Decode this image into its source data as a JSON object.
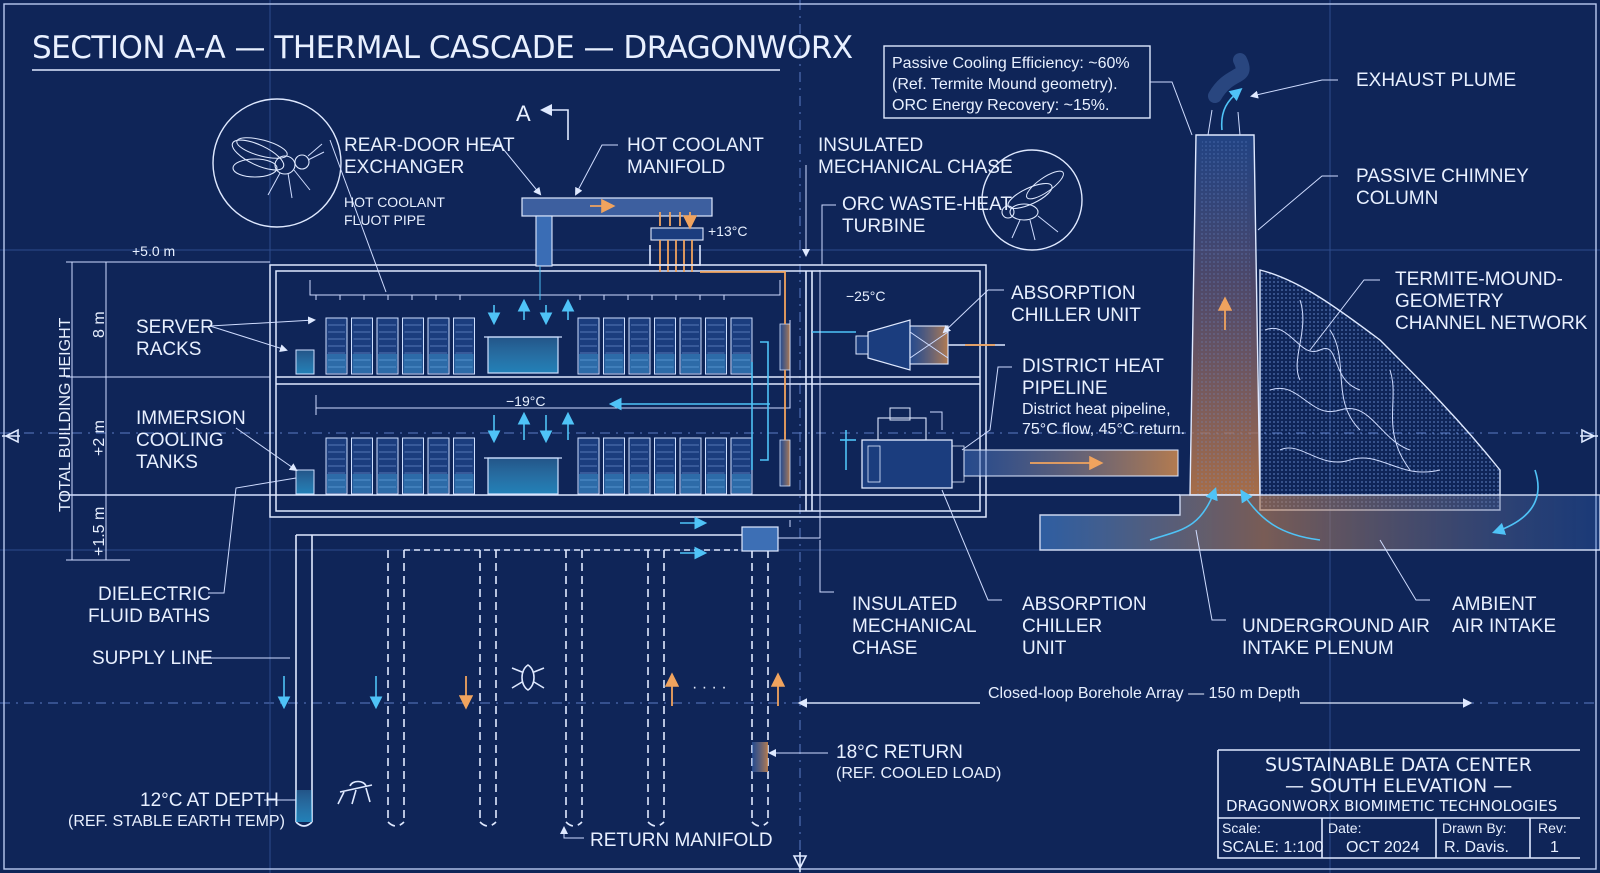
{
  "title": "SECTION A-A — THERMAL CASCADE — DRAGONWORX",
  "section_marker": "A",
  "info_box": {
    "line1": "Passive Cooling Efficiency: ~60%",
    "line2": "(Ref. Termite Mound geometry).",
    "line3": "ORC Energy Recovery: ~15%."
  },
  "labels": {
    "rear_door_1": "REAR-DOOR HEAT",
    "rear_door_2": "EXCHANGER",
    "hot_fluid_1": "HOT COOLANT",
    "hot_fluid_2": "FLUOT PIPE",
    "hot_manifold_1": "HOT COOLANT",
    "hot_manifold_2": "MANIFOLD",
    "chase_top_1": "INSULATED",
    "chase_top_2": "MECHANICAL CHASE",
    "orc_1": "ORC WASTE-HEAT",
    "orc_2": "TURBINE",
    "absorb_top_1": "ABSORPTION",
    "absorb_top_2": "CHILLER UNIT",
    "district_1": "DISTRICT HEAT",
    "district_2": "PIPELINE",
    "district_3": "District heat pipeline,",
    "district_4": "75°C flow, 45°C return.",
    "exhaust": "EXHAUST PLUME",
    "chimney_1": "PASSIVE CHIMNEY",
    "chimney_2": "COLUMN",
    "termite_1": "TERMITE-MOUND-",
    "termite_2": "GEOMETRY",
    "termite_3": "CHANNEL NETWORK",
    "server_1": "SERVER",
    "server_2": "RACKS",
    "immersion_1": "IMMERSION",
    "immersion_2": "COOLING",
    "immersion_3": "TANKS",
    "dielectric_1": "DIELECTRIC",
    "dielectric_2": "FLUID BATHS",
    "supply": "SUPPLY LINE",
    "chase_bot_1": "INSULATED",
    "chase_bot_2": "MECHANICAL",
    "chase_bot_3": "CHASE",
    "absorb_bot_1": "ABSORPTION",
    "absorb_bot_2": "CHILLER",
    "absorb_bot_3": "UNIT",
    "plenum_1": "UNDERGROUND AIR",
    "plenum_2": "INTAKE PLENUM",
    "ambient_1": "AMBIENT",
    "ambient_2": "AIR INTAKE",
    "borehole": "Closed-loop Borehole Array — 150 m Depth",
    "return18_1": "18°C RETURN",
    "return18_2": "(REF. COOLED LOAD)",
    "depth12_1": "12°C AT DEPTH",
    "depth12_2": "(REF. STABLE EARTH TEMP)",
    "return_manifold": "RETURN MANIFOLD",
    "dots": "· · · ·"
  },
  "temps": {
    "t_plus13": "+13°C",
    "t_minus25": "−25°C",
    "t_minus19": "−19°C"
  },
  "dimensions": {
    "plus5": "+5.0 m",
    "total_height": "TOTAL BUILDING HEIGHT",
    "d8": "8 m",
    "d2": "+2 m",
    "d15": "+1.5 m"
  },
  "title_block": {
    "line1": "SUSTAINABLE DATA CENTER",
    "line2": "— SOUTH ELEVATION —",
    "line3": "DRAGONWORX BIOMIMETIC TECHNOLOGIES",
    "scale_label": "Scale:",
    "scale_value": "SCALE: 1:100",
    "date_label": "Date:",
    "date_value": "OCT 2024",
    "drawn_label": "Drawn By:",
    "drawn_value": "R. Davis.",
    "rev_label": "Rev:",
    "rev_value": "1"
  },
  "colors": {
    "background": "#0f2558",
    "line": "#dfe9ff",
    "cool": "#4fc3f7",
    "hot": "#f0a35e"
  }
}
